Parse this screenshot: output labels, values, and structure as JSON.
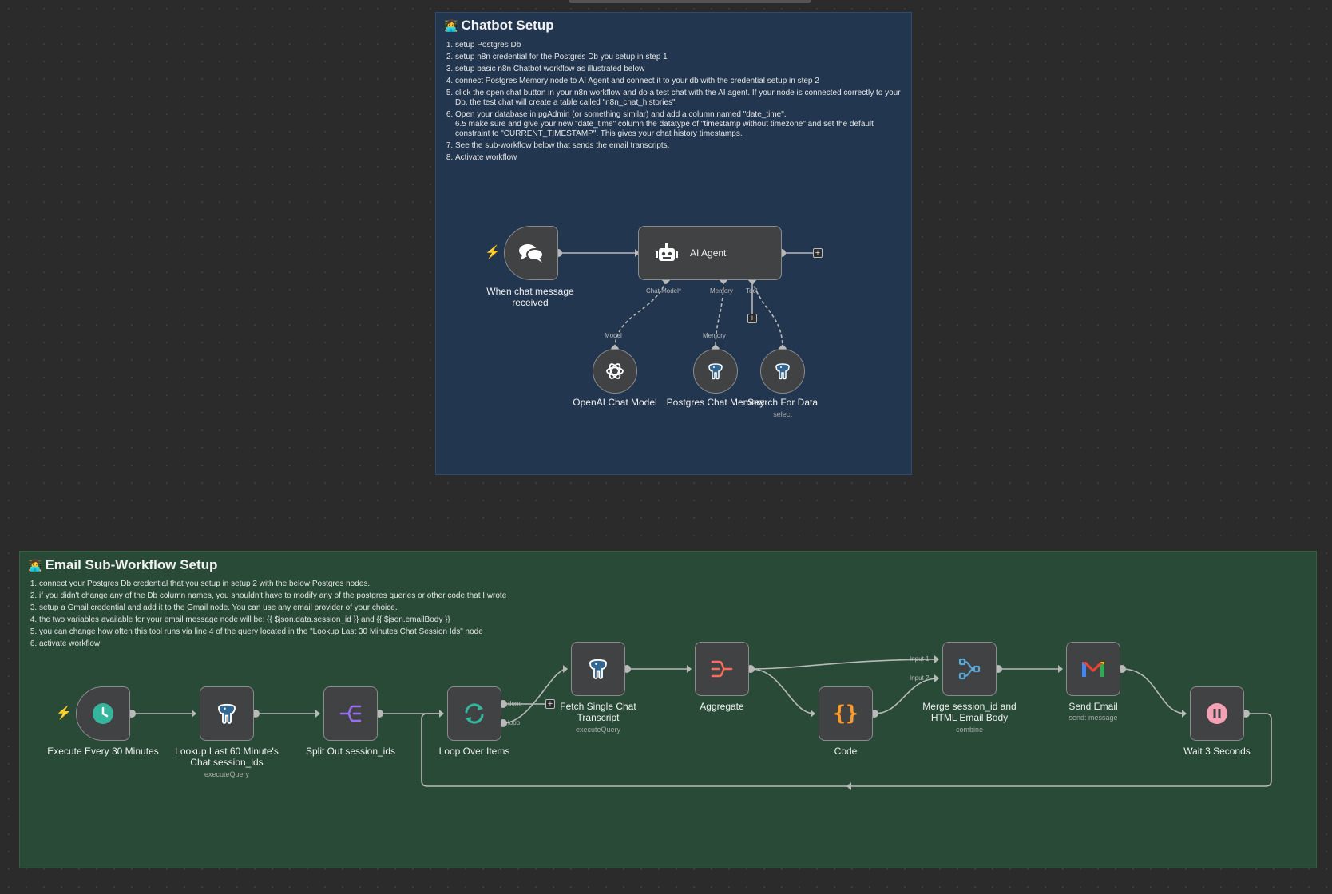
{
  "chatbot": {
    "title": "Chatbot Setup",
    "steps": [
      "setup Postgres Db",
      "setup n8n credential for the Postgres Db you setup in step 1",
      "setup basic n8n Chatbot workflow as illustrated below",
      "connect Postgres Memory node to AI Agent and connect it to your db with the credential setup in step 2",
      "click the open chat button in your n8n workflow and do a test chat with the AI agent. If your node is connected correctly to your Db, the test chat will create a table called \"n8n_chat_histories\"",
      "Open your database in pgAdmin (or something similar) and add a column named \"date_time\".\n6.5 make sure and give your new \"date_time\" column the datatype of \"timestamp without timezone\" and set the default constraint to \"CURRENT_TIMESTAMP\". This gives your chat history timestamps.",
      "See the sub-workflow below that sends the email transcripts.",
      "Activate workflow"
    ],
    "nodes": {
      "trigger": "When chat message received",
      "agent": "AI Agent",
      "openai": "OpenAI Chat Model",
      "memory": "Postgres Chat Memory",
      "search": "Search For Data",
      "search_sub": "select"
    },
    "ports": {
      "chat_model": "Chat Model*",
      "memory": "Memory",
      "tool": "Tool",
      "model": "Model",
      "memory_in": "Memory"
    }
  },
  "email": {
    "title": "Email Sub-Workflow Setup",
    "steps": [
      "connect your Postgres Db credential that you setup in setup 2 with the below Postgres nodes.",
      "if you didn't change any of the Db column names, you shouldn't have to modify any of the postgres queries or other code that I wrote",
      "setup a Gmail credential and add it to the Gmail node. You can use any email provider of your choice.",
      "the two variables available for your email message node will be: {{ $json.data.session_id }} and {{ $json.emailBody }}",
      "you can change how often this tool runs via line 4 of the query located in the \"Lookup Last 30 Minutes Chat Session Ids\" node",
      "activate workflow"
    ],
    "nodes": {
      "schedule": "Execute Every 30 Minutes",
      "lookup": "Lookup Last 60 Minute's Chat session_ids",
      "lookup_sub": "executeQuery",
      "split": "Split Out session_ids",
      "loop": "Loop Over Items",
      "fetch": "Fetch Single Chat Transcript",
      "fetch_sub": "executeQuery",
      "aggregate": "Aggregate",
      "code": "Code",
      "merge": "Merge session_id and HTML Email Body",
      "merge_sub": "combine",
      "send": "Send Email",
      "send_sub": "send: message",
      "wait": "Wait 3 Seconds"
    },
    "ports": {
      "done": "done",
      "loop": "loop",
      "input1": "Input 1",
      "input2": "Input 2"
    }
  },
  "colors": {
    "canvas": "#2b2b2b",
    "sticky_blue": "#22364f",
    "sticky_green": "#284a37",
    "node_bg": "#414244",
    "trigger_bolt": "#ff6d5a"
  }
}
